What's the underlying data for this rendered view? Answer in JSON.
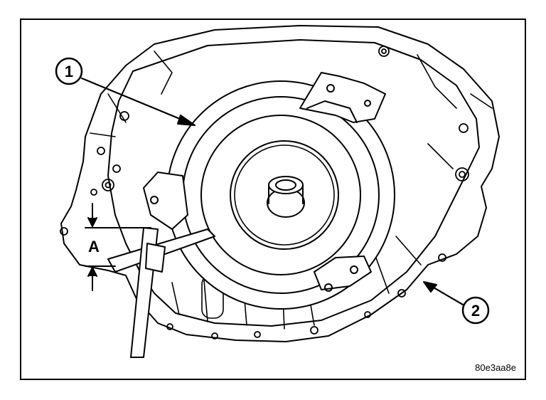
{
  "figure": {
    "callouts": [
      {
        "id": "1",
        "label": "1"
      },
      {
        "id": "2",
        "label": "2"
      }
    ],
    "dimension_label": "A",
    "figure_code": "80e3aa8e"
  },
  "colors": {
    "line": "#000000",
    "background": "#ffffff"
  }
}
